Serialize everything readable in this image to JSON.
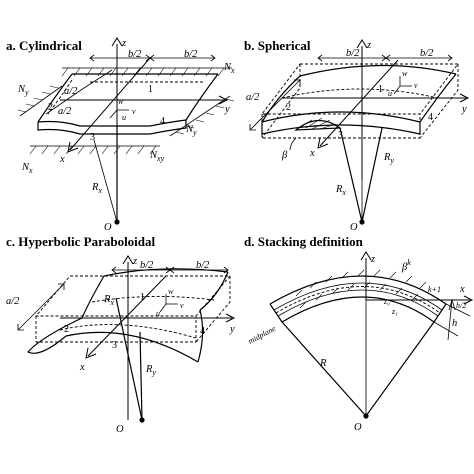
{
  "panels": {
    "a": {
      "title": "a.  Cylindrical",
      "labels": {
        "z": "z",
        "y": "y",
        "x": "x",
        "w": "w",
        "u": "u",
        "v": "v",
        "half_b_left": "b/2",
        "half_b_right": "b/2",
        "half_a_left": "a/2",
        "half_a_right": "a/2",
        "n1": "1",
        "n2": "2",
        "n3": "3",
        "n4": "4",
        "Nx_top": "N",
        "Nx_top_sub": "x",
        "Ny_left": "N",
        "Ny_left_sub": "y",
        "Ny_right": "N",
        "Ny_right_sub": "y",
        "Nx_bottom": "N",
        "Nx_bottom_sub": "x",
        "Nxy": "N",
        "Nxy_sub": "xy",
        "Rx": "R",
        "Rx_sub": "x",
        "O": "O"
      }
    },
    "b": {
      "title": "b.  Spherical",
      "labels": {
        "z": "z",
        "y": "y",
        "x": "x",
        "w": "w",
        "u": "u",
        "v": "v",
        "half_b_left": "b/2",
        "half_b_right": "b/2",
        "half_a": "a/2",
        "n1": "1",
        "n2": "2",
        "n3": "3",
        "n4": "4",
        "beta": "β",
        "Rx": "R",
        "Rx_sub": "x",
        "Ry": "R",
        "Ry_sub": "y",
        "O": "O"
      }
    },
    "c": {
      "title": "c.  Hyperbolic Paraboloidal",
      "labels": {
        "z": "z",
        "y": "y",
        "x": "x",
        "w": "w",
        "u": "u",
        "v": "v",
        "half_b_left": "b/2",
        "half_b_right": "b/2",
        "half_a": "a/2",
        "n1": "1",
        "n2": "2",
        "n3": "3",
        "n4": "4",
        "Rx": "R",
        "Rx_sub": "x",
        "Ry": "R",
        "Ry_sub": "y",
        "O": "O"
      }
    },
    "d": {
      "title": "d.  Stacking definition",
      "labels": {
        "z": "z",
        "x": "x",
        "beta": "β",
        "beta_sup": "k",
        "midplane": "midplane",
        "h": "h",
        "h_half": "h/2",
        "R": "R",
        "O": "O",
        "z0": "z₀",
        "z1": "z₁",
        "z_k": "k+1"
      }
    }
  },
  "colors": {
    "ink": "#000000",
    "background": "#ffffff"
  }
}
